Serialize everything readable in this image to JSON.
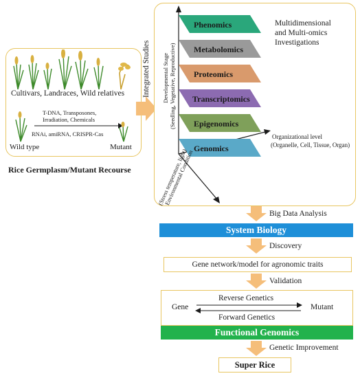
{
  "germplasm": {
    "row1_label": "Cultivars, Landraces, Wild relatives",
    "agents_line1": "T-DNA, Transposones,",
    "agents_line2": "Irradiation, Chemicals",
    "agents_line3": "RNAi, amiRNA, CRISPR-Cas",
    "wild_type": "Wild type",
    "mutant": "Mutant",
    "caption": "Rice Germplasm/Mutant Recourse"
  },
  "integrated_studies": "Integrated Studies",
  "omics": {
    "title_line1": "Multidimensional",
    "title_line2": "and Multi-omics",
    "title_line3": "Investigations",
    "layers": [
      {
        "label": "Phenomics",
        "color": "#2aa77b"
      },
      {
        "label": "Metabolomics",
        "color": "#9a9a9a"
      },
      {
        "label": "Proteomics",
        "color": "#d99a6c"
      },
      {
        "label": "Transcriptomics",
        "color": "#8c6bb1"
      },
      {
        "label": "Epigenomics",
        "color": "#7fa05a"
      },
      {
        "label": "Genomics",
        "color": "#5aa9c8"
      }
    ],
    "axis_dev_line1": "Developmental Stage",
    "axis_dev_line2": "(Seedling, Vegetative, Reproductive)",
    "axis_org_line1": "Organizational level",
    "axis_org_line2": "(Organelle, Cell, Tissue, Organ)",
    "axis_env_line1": "Environmental Condition",
    "axis_env_line2": "(Stress temperature, light)"
  },
  "flow": {
    "big_data": "Big Data Analysis",
    "system_biology": "System Biology",
    "discovery": "Discovery",
    "gene_network": "Gene network/model for agronomic traits",
    "validation": "Validation",
    "gene": "Gene",
    "reverse_genetics": "Reverse Genetics",
    "forward_genetics": "Forward Genetics",
    "mutant": "Mutant",
    "functional_genomics": "Functional Genomics",
    "genetic_improvement": "Genetic Improvement",
    "super_rice": "Super Rice"
  }
}
